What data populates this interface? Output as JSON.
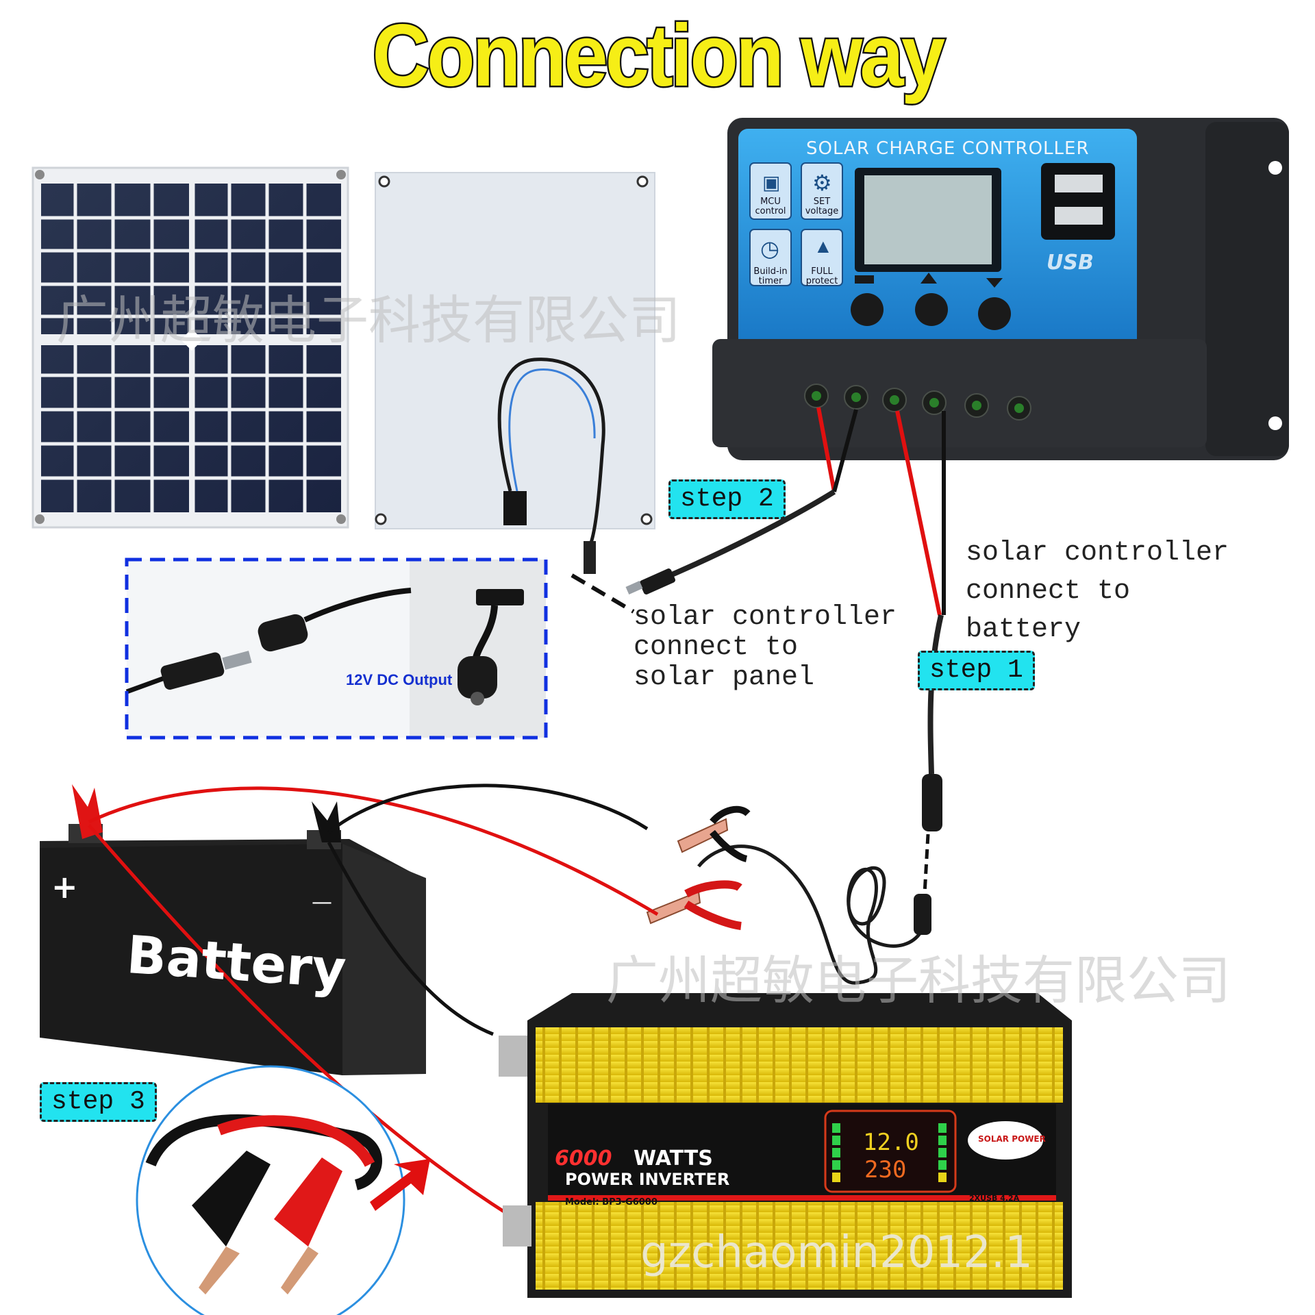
{
  "title": "Connection way",
  "controller": {
    "heading": "SOLAR CHARGE CONTROLLER",
    "buttons": [
      {
        "icon": "mcu-chip-icon",
        "label": "MCU\ncontrol"
      },
      {
        "icon": "gear-icon",
        "label": "SET\nvoltage"
      },
      {
        "icon": "clock-icon",
        "label": "Build-in\ntimer"
      },
      {
        "icon": "lock-icon",
        "label": "FULL\nprotect"
      }
    ],
    "usb_label": "USB"
  },
  "dc_inset_label": "12V DC Output",
  "steps": {
    "step1": "step 1",
    "step2": "step 2",
    "step3": "step 3"
  },
  "labels": {
    "to_panel": "solar controller\nconnect to\nsolar panel",
    "to_battery": "solar controller\nconnect to\nbattery"
  },
  "battery": {
    "text": "Battery",
    "plus": "+",
    "minus": "—"
  },
  "inverter": {
    "watts_number": "6000",
    "watts_word": "WATTS",
    "line2": "POWER INVERTER",
    "model": "Model: BP3-G6000",
    "readout_top": "12.0",
    "readout_bottom": "230",
    "brand": "SOLAR POWER",
    "usb": "2XUSB 4.2A"
  },
  "watermarks": {
    "cn_top": "广州超敏电子科技有限公司",
    "cn_bottom": "广州超敏电子科技有限公司",
    "latin": "gzchaomin2012.1"
  },
  "colors": {
    "title_fill": "#f6ee16",
    "step_bg": "#22e3ef",
    "controller_blue": "#1e8fd8",
    "inverter_yellow": "#f2d512",
    "wire_red": "#e01010",
    "inset_border": "#1030e0"
  }
}
